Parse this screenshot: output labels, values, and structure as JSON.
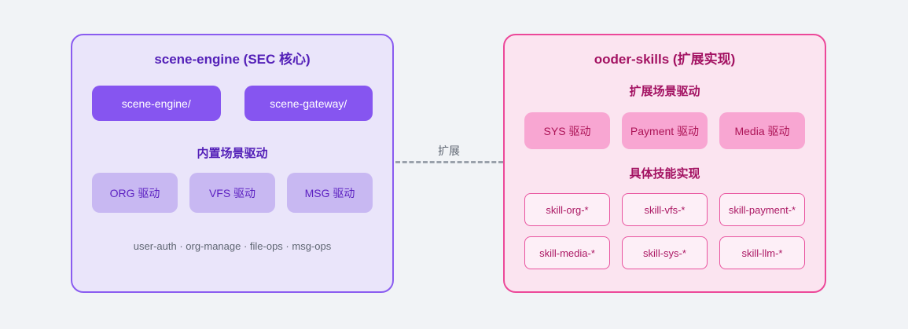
{
  "diagram": {
    "background_color": "#f1f3f6",
    "connector": {
      "label": "扩展",
      "line_color": "#9aa1ab"
    },
    "left_panel": {
      "title": "scene-engine (SEC 核心)",
      "accent_color": "#8a5cf0",
      "background_color": "#eae5fa",
      "modules": [
        "scene-engine/",
        "scene-gateway/"
      ],
      "section_label": "内置场景驱动",
      "drivers": [
        "ORG 驱动",
        "VFS 驱动",
        "MSG 驱动"
      ],
      "footer": "user-auth · org-manage · file-ops · msg-ops"
    },
    "right_panel": {
      "title": "ooder-skills (扩展实现)",
      "accent_color": "#ec4899",
      "background_color": "#fbe4f0",
      "drivers_label": "扩展场景驱动",
      "drivers": [
        "SYS 驱动",
        "Payment 驱动",
        "Media 驱动"
      ],
      "skills_label": "具体技能实现",
      "skills": [
        "skill-org-*",
        "skill-vfs-*",
        "skill-payment-*",
        "skill-media-*",
        "skill-sys-*",
        "skill-llm-*"
      ]
    }
  }
}
